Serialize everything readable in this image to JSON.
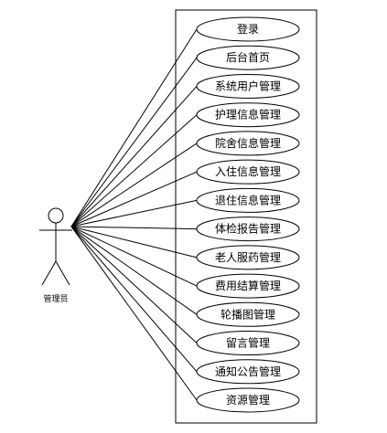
{
  "actor": {
    "label": "管理员"
  },
  "use_cases": [
    "登录",
    "后台首页",
    "系统用户管理",
    "护理信息管理",
    "院舍信息管理",
    "入住信息管理",
    "退住信息管理",
    "体检报告管理",
    "老人服药管理",
    "费用结算管理",
    "轮播图管理",
    "留言管理",
    "通知公告管理",
    "资源管理"
  ],
  "colors": {
    "stroke": "#000000",
    "background": "#ffffff"
  }
}
